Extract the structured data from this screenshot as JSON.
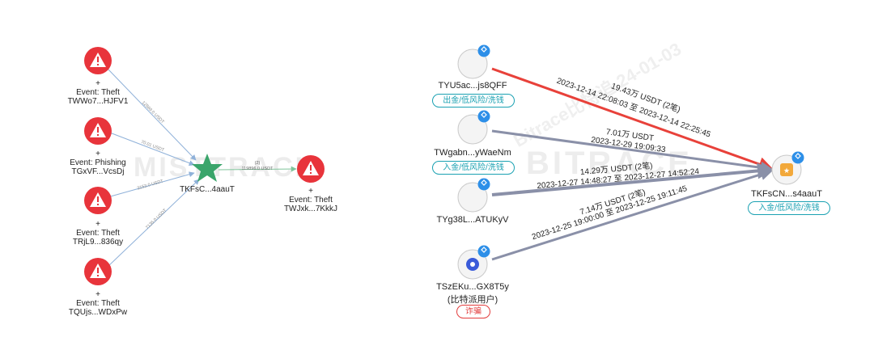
{
  "left": {
    "watermark": "MISTTRACK",
    "center": {
      "label": "TKFsC...4aauT"
    },
    "sources": [
      {
        "event": "Event: Theft",
        "address": "TWWo7...HJFV1",
        "edge_label": "12569.0 USDT"
      },
      {
        "event": "Event: Phishing",
        "address": "TGxVF...VcsDj",
        "edge_label": "70.01 USDT"
      },
      {
        "event": "Event: Theft",
        "address": "TRjL9...836qy",
        "edge_label": "3153.0 USDT"
      },
      {
        "event": "Event: Theft",
        "address": "TQUjs...WDxPw",
        "edge_label": "7135.0 USDT"
      }
    ],
    "target": {
      "event": "Event: Theft",
      "address": "TWJxk...7KkkJ",
      "edge_count": "(2)",
      "edge_label": "119896.0 USDT"
    },
    "colors": {
      "alert": "#e8343b",
      "center": "#3aa56b",
      "edge": "#8fb1d9",
      "edge_out": "#7fc49a"
    }
  },
  "right": {
    "watermark_left": "BITRACE",
    "watermark_text": "Bitrace比特追 24-01-03",
    "sources": [
      {
        "name": "TYU5ac...js8QFF",
        "tag": "出金/低风险/洗钱",
        "tag_color": "teal",
        "amount": "19.43万 USDT (2笔)",
        "time": "2023-12-14 22:08:03 至 2023-12-14 22:25:45",
        "edge_color": "#e8413a"
      },
      {
        "name": "TWgabn...yWaeNm",
        "tag": "入金/低风险/洗钱",
        "tag_color": "teal",
        "amount": "7.01万 USDT",
        "time": "2023-12-29 19:09:33",
        "edge_color": "#8a90a8"
      },
      {
        "name": "TYg38L...ATUKyV",
        "tag": "",
        "tag_color": "",
        "amount": "14.29万 USDT (2笔)",
        "time": "2023-12-27 14:48:27 至 2023-12-27 14:52:24",
        "edge_color": "#8a90a8"
      },
      {
        "name": "TSzEKu...GX8T5y",
        "subname": "(比特派用户)",
        "tag": "诈骗",
        "tag_color": "red",
        "amount": "7.14万 USDT (2笔)",
        "time": "2023-12-25 19:00:00 至 2023-12-25 19:11:45",
        "edge_color": "#8a90a8"
      }
    ],
    "target": {
      "name": "TKFsCN...s4aauT",
      "tag": "入金/低风险/洗钱"
    }
  }
}
